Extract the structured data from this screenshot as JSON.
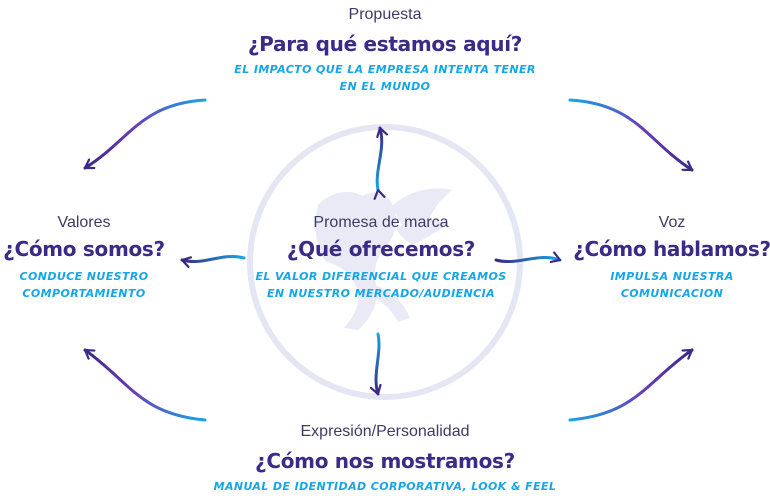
{
  "colors": {
    "accent_cyan": "#16a6e6",
    "accent_purple": "#3b2a86",
    "label_text": "#3d3b66",
    "watermark": "#e4e6f3"
  },
  "icons": {
    "watermark": "pegasus-logo-watermark"
  },
  "nodes": {
    "propuesta": {
      "label": "Propuesta",
      "question": "¿Para qué estamos aquí?",
      "note": "EL IMPACTO QUE LA EMPRESA INTENTA TENER\nEN EL MUNDO"
    },
    "valores": {
      "label": "Valores",
      "question": "¿Cómo somos?",
      "note": "CONDUCE NUESTRO\nCOMPORTAMIENTO"
    },
    "promesa": {
      "label": "Promesa de marca",
      "question": "¿Qué ofrecemos?",
      "note": "EL VALOR DIFERENCIAL QUE CREAMOS\nEN NUESTRO MERCADO/AUDIENCIA"
    },
    "voz": {
      "label": "Voz",
      "question": "¿Cómo hablamos?",
      "note": "IMPULSA NUESTRA\nCOMUNICACION"
    },
    "expresion": {
      "label": "Expresión/Personalidad",
      "question": "¿Cómo nos mostramos?",
      "note": "MANUAL DE IDENTIDAD CORPORATIVA, LOOK & FEEL"
    }
  }
}
